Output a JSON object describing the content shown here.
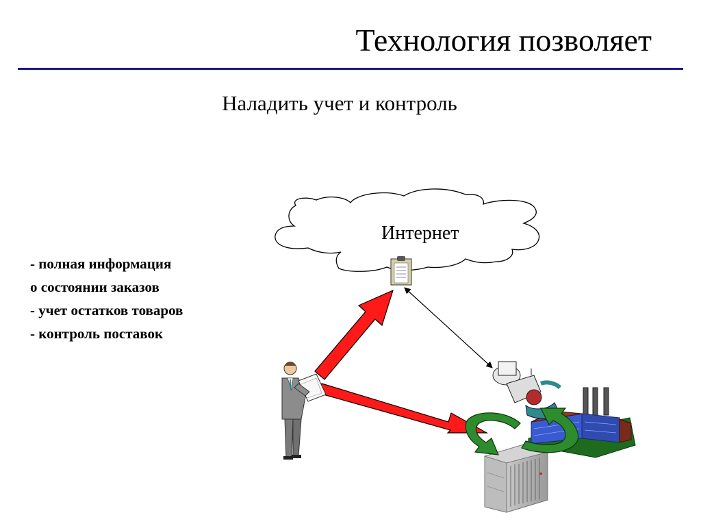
{
  "title": "Технология позволяет",
  "subtitle": "Наладить учет и контроль",
  "cloud_label": "Интернет",
  "bullets": [
    "- полная информация",
    "о состоянии заказов",
    "- учет остатков товаров",
    "- контроль поставок"
  ],
  "colors": {
    "title_rule": "#1a1a8c",
    "arrow_red": "#ff1a1a",
    "arrow_green": "#2e8b2e",
    "factory_blue": "#3a5ad0"
  }
}
